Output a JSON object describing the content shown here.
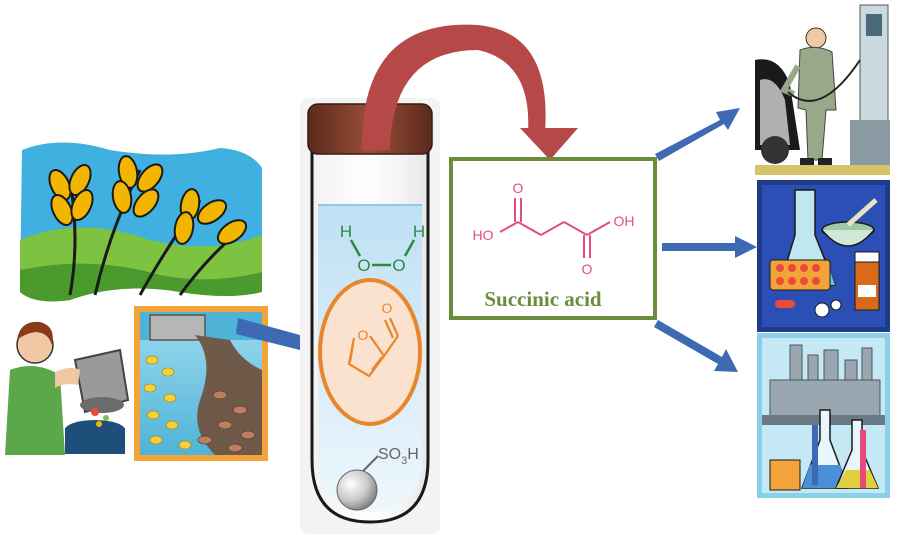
{
  "molecules": {
    "peroxide": {
      "h_left": "H",
      "h_right": "H",
      "o_left": "O",
      "o_right": "O"
    },
    "furfural": {
      "o_ring": "O",
      "o_aldehyde": "O"
    },
    "catalyst": {
      "group": "SO",
      "subscript": "3",
      "tail": "H"
    },
    "succinic": {
      "ho_left": "HO",
      "oh_right": "OH",
      "o_top": "O",
      "o_bottom": "O"
    }
  },
  "product_label": "Succinic acid",
  "colors": {
    "green_frame": "#6b8c3a",
    "flow_arrow_blue": "#3d6ab3",
    "curved_arrow_red": "#b64848",
    "tube_cap": "#7a3b2a",
    "liquid_blue": "#c9e6f7",
    "furfural_orange": "#e8862c",
    "succinic_pink": "#e0507a",
    "peroxide_green": "#2e8b3c"
  },
  "icons": [
    "wheat-icon",
    "kitchen-waste-icon",
    "wastewater-icon",
    "fuel-pump-icon",
    "pharmaceutical-icon",
    "chemical-industry-icon"
  ]
}
